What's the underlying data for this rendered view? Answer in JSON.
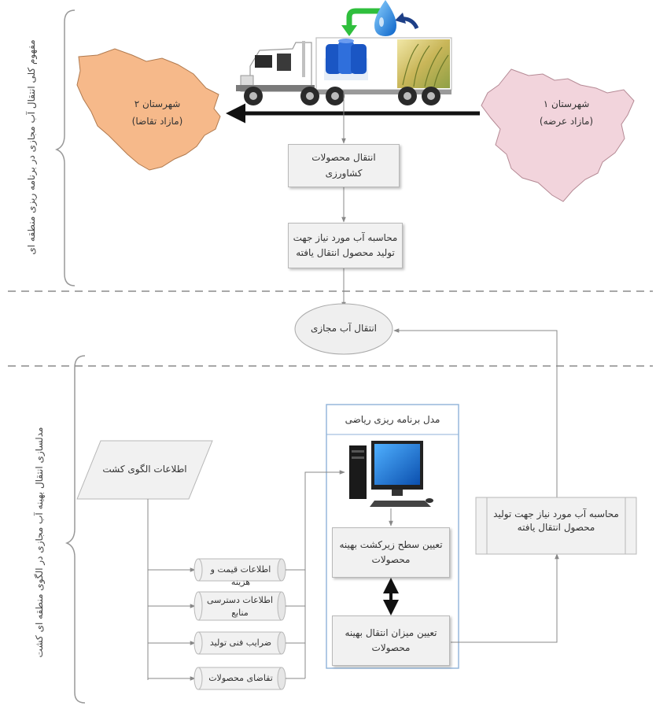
{
  "side_labels": {
    "top": "مفهوم کلی انتقال آب مجازی در برنامه ریزی منطقه ای",
    "bottom": "مدلسازی انتقال بهینه آب مجازی در الگوی منطقه ای کشت"
  },
  "city1": {
    "name": "شهرستان ۱",
    "role": "(مازاد عرضه)",
    "color": "#f2d4dc"
  },
  "city2": {
    "name": "شهرستان ۲",
    "role": "(مازاد تقاضا)",
    "color": "#f6b98a"
  },
  "top_flow": {
    "transfer": "انتقال محصولات کشاورزی",
    "water_calc": "محاسبه آب مورد نیاز جهت تولید محصول انتقال یافته"
  },
  "virtual_water": "انتقال آب مجازی",
  "model": {
    "title": "مدل برنامه ریزی ریاضی",
    "optimal_area": "تعیین سطح زیرکشت بهینه محصولات",
    "optimal_transfer": "تعیین میزان انتقال بهینه محصولات"
  },
  "cropping_pattern": "اطلاعات الگوی کشت",
  "inputs": [
    "اطلاعات قیمت و هزینه",
    "اطلاعات دسترسی منابع",
    "ضرایب فنی تولید",
    "تقاضای محصولات"
  ],
  "right_box": "محاسبه آب مورد نیاز جهت تولید محصول انتقال یافته",
  "icons": [
    "truck-icon",
    "water-drop-icon",
    "computer-icon",
    "recycle-arrow-icon"
  ]
}
